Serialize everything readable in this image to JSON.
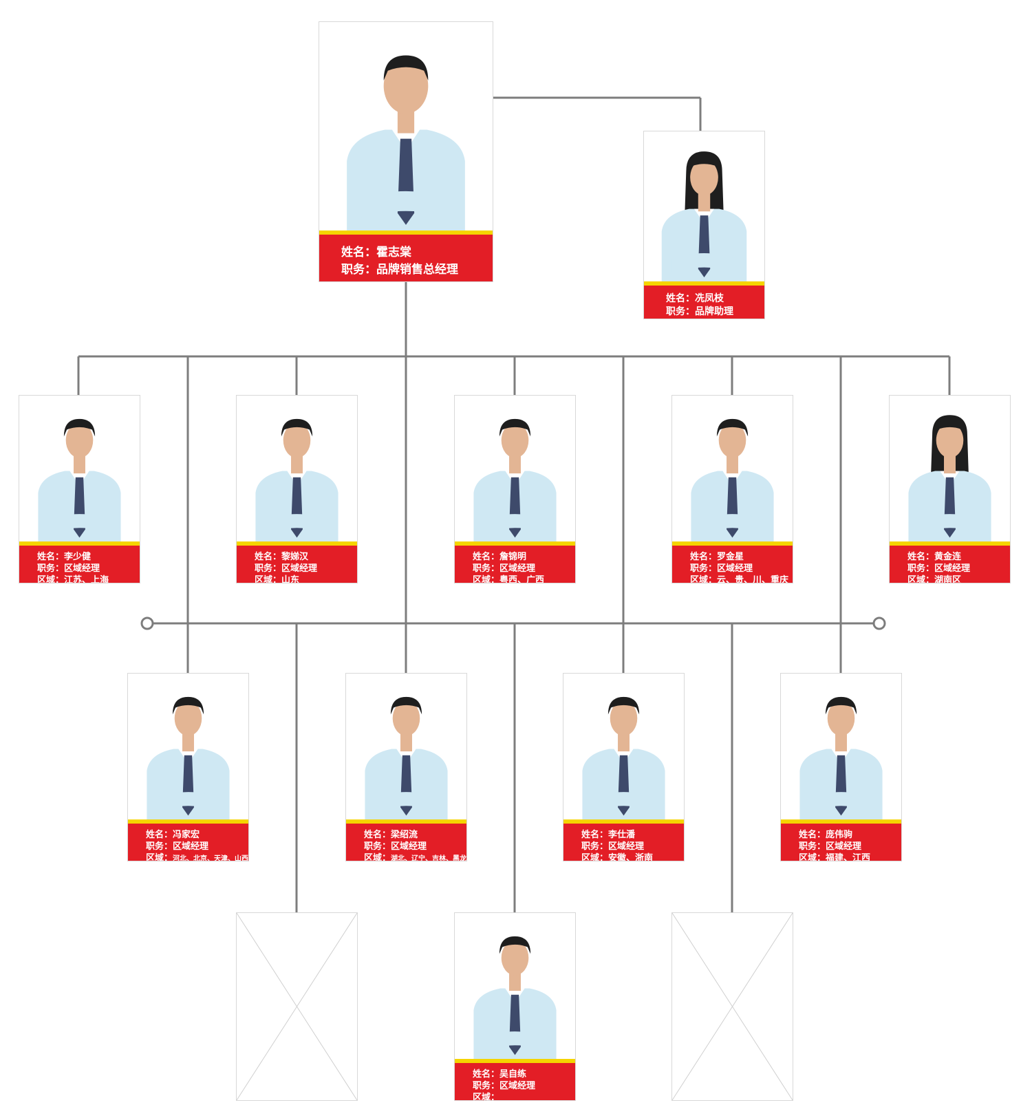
{
  "labels": {
    "name": "姓名：",
    "title": "职务：",
    "region": "区域："
  },
  "colors": {
    "label_bg": "#e31e26",
    "stripe": "#f5d400",
    "connector": "#7d7d7d",
    "shirt": "#cfe8f3",
    "tie": "#3e4a6b",
    "skin": "#e3b594",
    "hair": "#1e1e1e"
  },
  "nodes": {
    "gm": {
      "name": "霍志棠",
      "title": "品牌销售总经理"
    },
    "assistant": {
      "name": "冼凤枝",
      "title": "品牌助理"
    },
    "m1": {
      "name": "李少健",
      "title": "区域经理",
      "region": "江苏、上海"
    },
    "m2": {
      "name": "黎娣汉",
      "title": "区域经理",
      "region": "山东"
    },
    "m3": {
      "name": "詹锦明",
      "title": "区域经理",
      "region": "粤西、广西"
    },
    "m4": {
      "name": "罗金星",
      "title": "区域经理",
      "region": "云、贵、川、重庆"
    },
    "m5": {
      "name": "黄金连",
      "title": "区域经理",
      "region": "湖南区"
    },
    "m6": {
      "name": "冯家宏",
      "title": "区域经理",
      "region": "河北、北京、天津、山西"
    },
    "m7": {
      "name": "梁绍流",
      "title": "区域经理",
      "region": "湖北、辽宁、吉林、黑龙江"
    },
    "m8": {
      "name": "李仕潘",
      "title": "区域经理",
      "region": "安徽、浙南"
    },
    "m9": {
      "name": "庞伟驹",
      "title": "区域经理",
      "region": "福建、江西"
    },
    "m10": {
      "name": "吴自练",
      "title": "区域经理",
      "region": ""
    }
  },
  "placeholders": [
    "vacant-left",
    "vacant-right"
  ]
}
